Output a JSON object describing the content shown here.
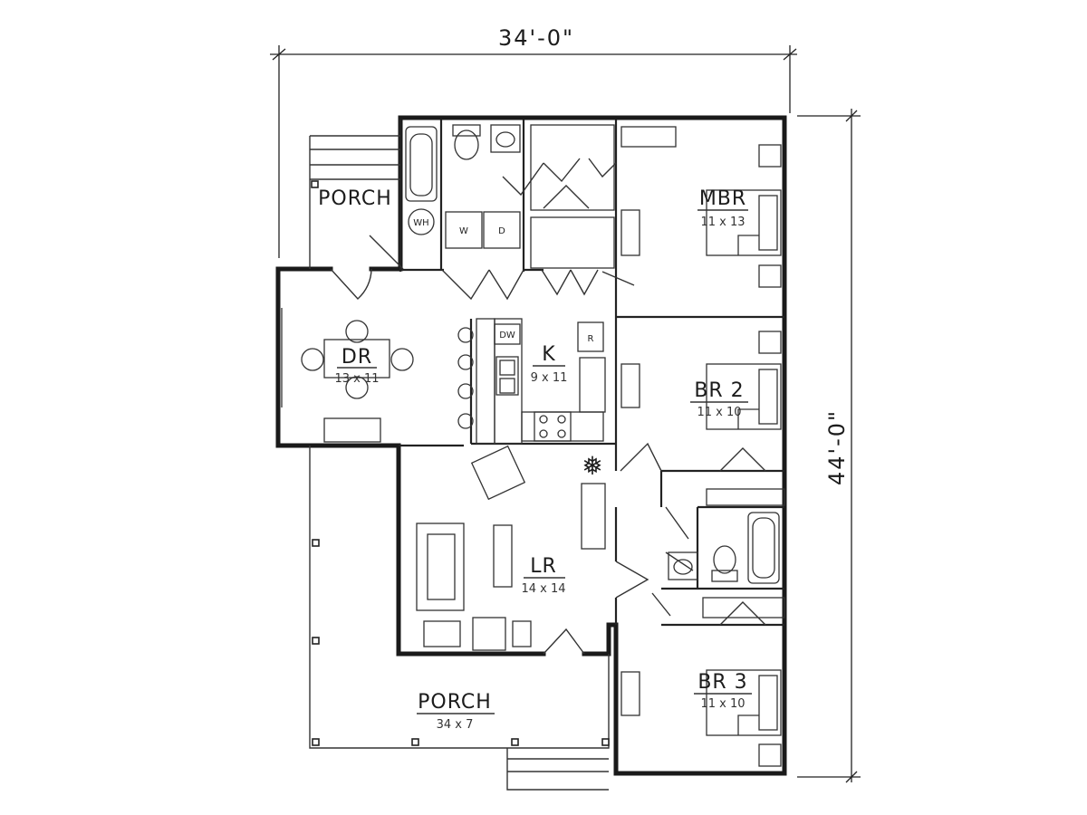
{
  "dimensions": {
    "width": "34'-0\"",
    "depth": "44'-0\""
  },
  "rooms": {
    "porch_side": {
      "name": "PORCH"
    },
    "mbr": {
      "name": "MBR",
      "size": "11 x 13"
    },
    "dr": {
      "name": "DR",
      "size": "13 x 11"
    },
    "k": {
      "name": "K",
      "size": "9 x 11"
    },
    "br2": {
      "name": "BR 2",
      "size": "11 x 10"
    },
    "lr": {
      "name": "LR",
      "size": "14 x 14"
    },
    "br3": {
      "name": "BR 3",
      "size": "11 x 10"
    },
    "porch_front": {
      "name": "PORCH",
      "size": "34 x 7"
    }
  },
  "fixtures": {
    "wh": "WH",
    "w": "W",
    "d": "D",
    "dw": "DW",
    "r": "R"
  }
}
